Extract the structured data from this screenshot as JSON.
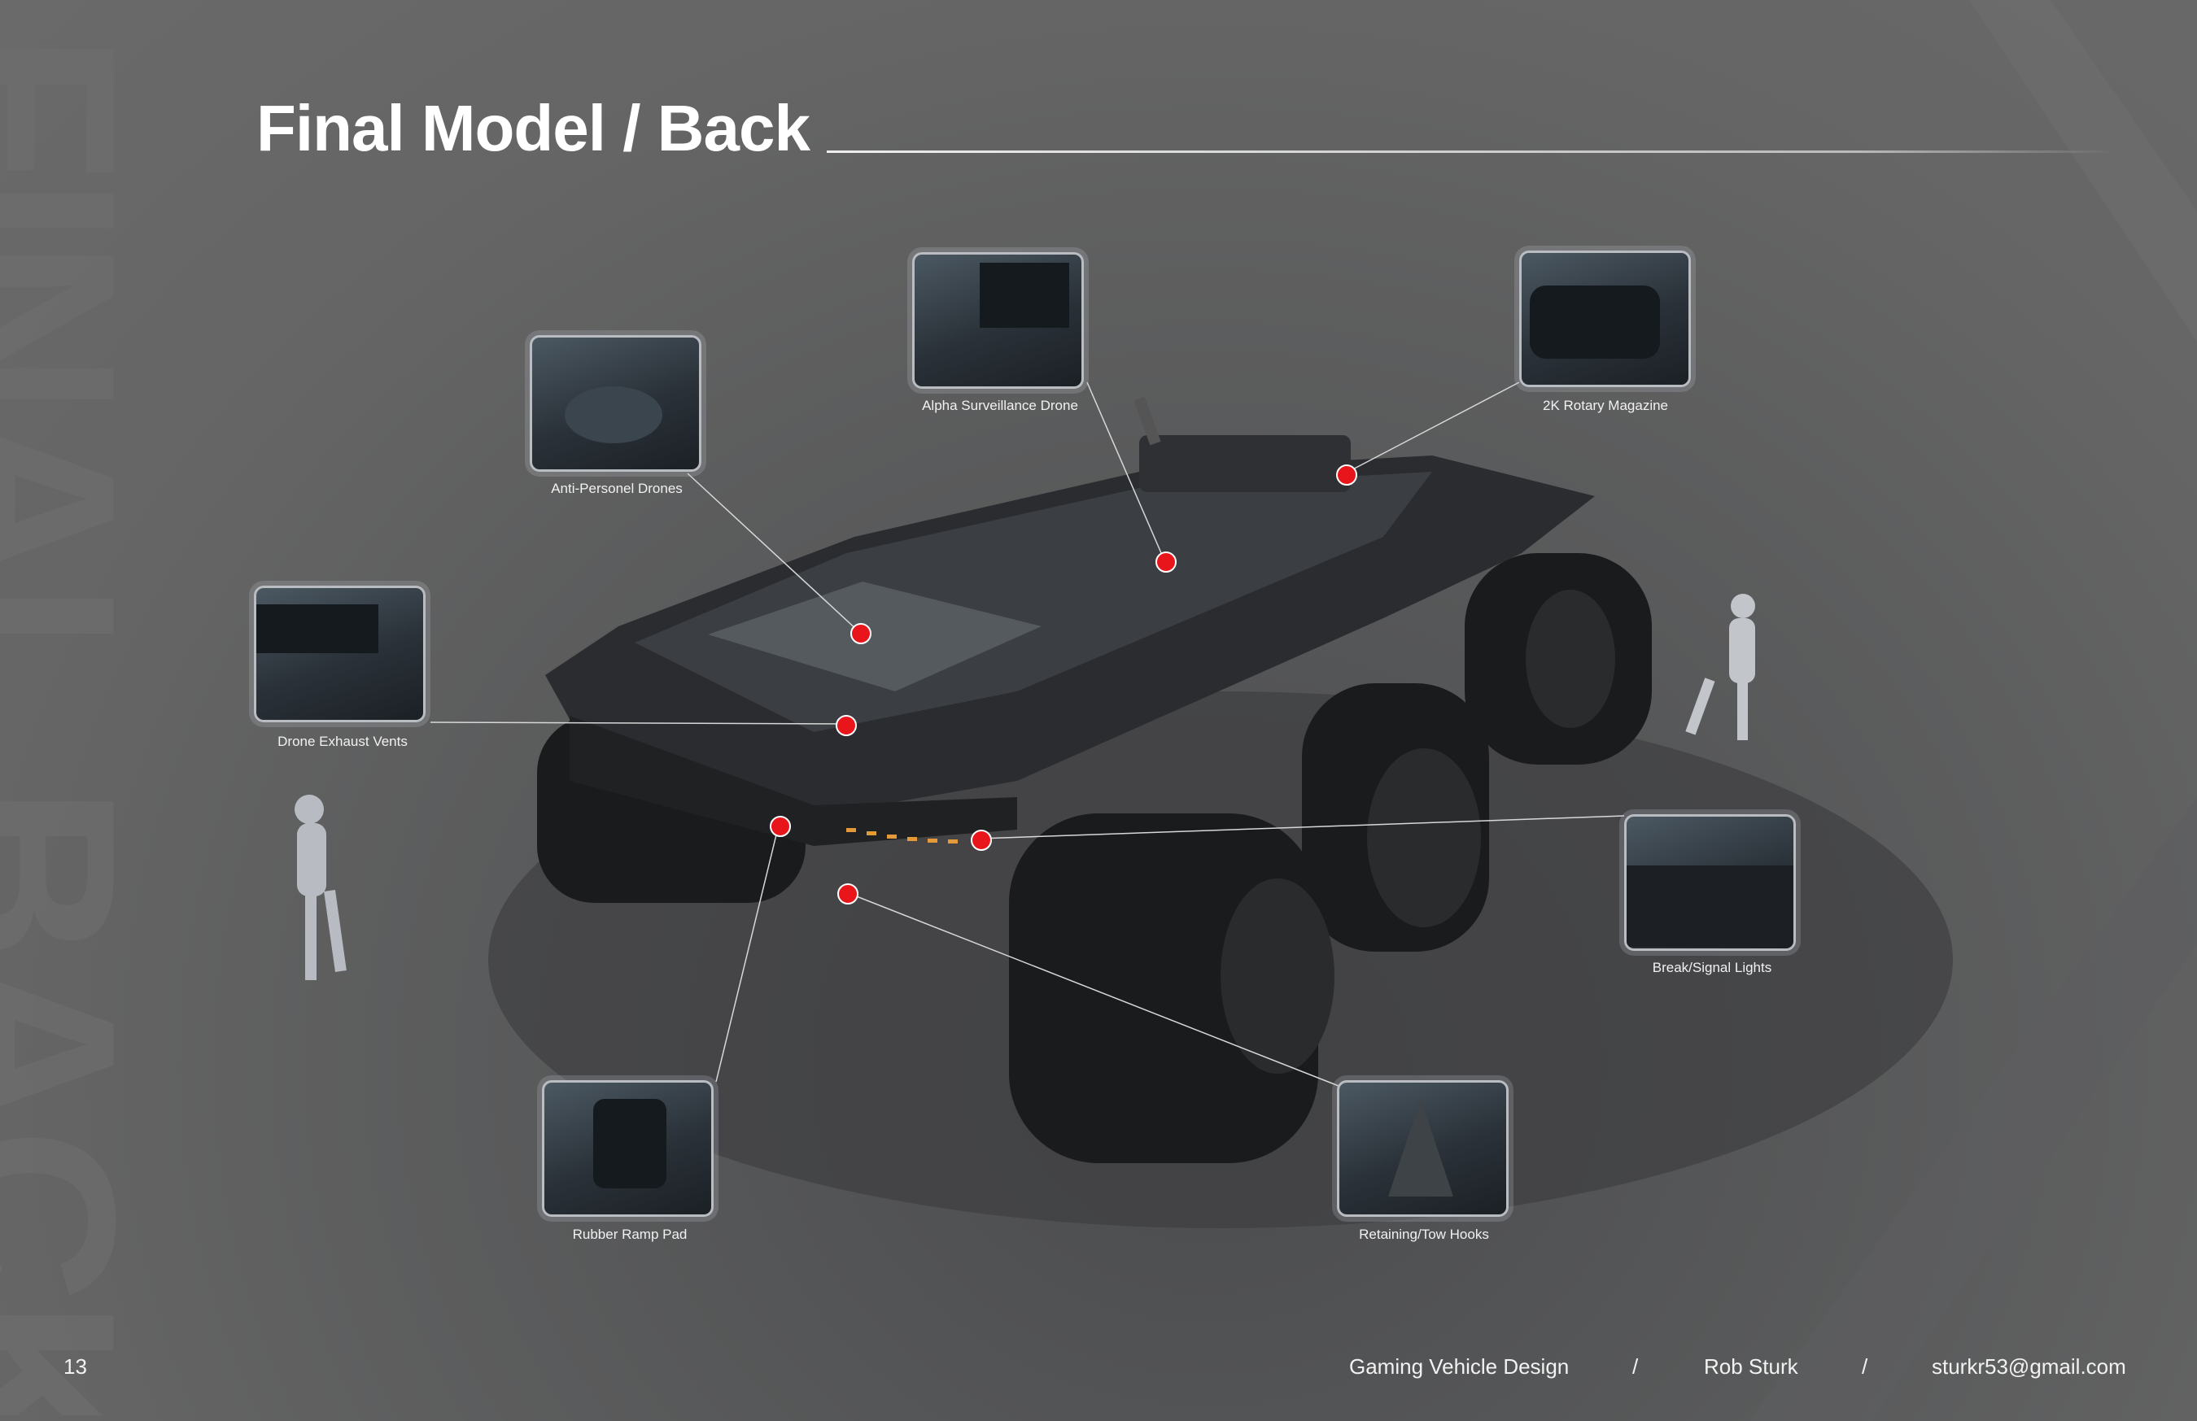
{
  "watermark_text": "FINAL BACK",
  "title": "Final Model / Back",
  "callouts": [
    {
      "label": "Anti-Personel Drones"
    },
    {
      "label": "Alpha Surveillance Drone"
    },
    {
      "label": "2K Rotary Magazine"
    },
    {
      "label": "Drone Exhaust Vents"
    },
    {
      "label": "Break/Signal Lights"
    },
    {
      "label": "Rubber Ramp Pad"
    },
    {
      "label": "Retaining/Tow Hooks"
    }
  ],
  "colors": {
    "hotspot": "#e8151b",
    "background": "#666666"
  },
  "footer": {
    "page_number": "13",
    "project": "Gaming Vehicle Design",
    "separator": "/",
    "author": "Rob Sturk",
    "email": "sturkr53@gmail.com"
  }
}
